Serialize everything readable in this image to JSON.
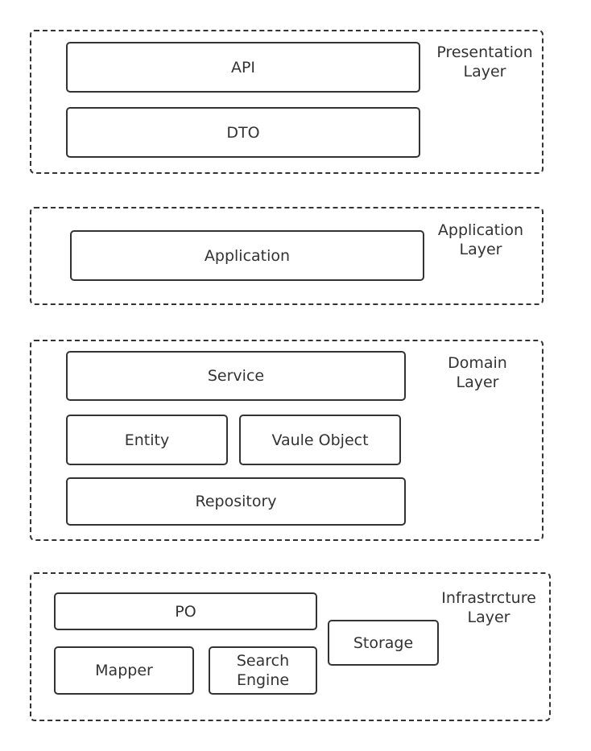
{
  "layers": {
    "presentation": {
      "label_line1": "Presentation",
      "label_line2": "Layer"
    },
    "application": {
      "label_line1": "Application",
      "label_line2": "Layer"
    },
    "domain": {
      "label_line1": "Domain",
      "label_line2": "Layer"
    },
    "infrastructure": {
      "label_line1": "Infrastrcture",
      "label_line2": "Layer"
    }
  },
  "boxes": {
    "api": "API",
    "dto": "DTO",
    "application": "Application",
    "service": "Service",
    "entity": "Entity",
    "value_object": "Vaule Object",
    "repository": "Repository",
    "po": "PO",
    "mapper": "Mapper",
    "search_engine_line1": "Search",
    "search_engine_line2": "Engine",
    "storage": "Storage"
  },
  "colors": {
    "stroke": "#333333",
    "background": "#ffffff"
  }
}
